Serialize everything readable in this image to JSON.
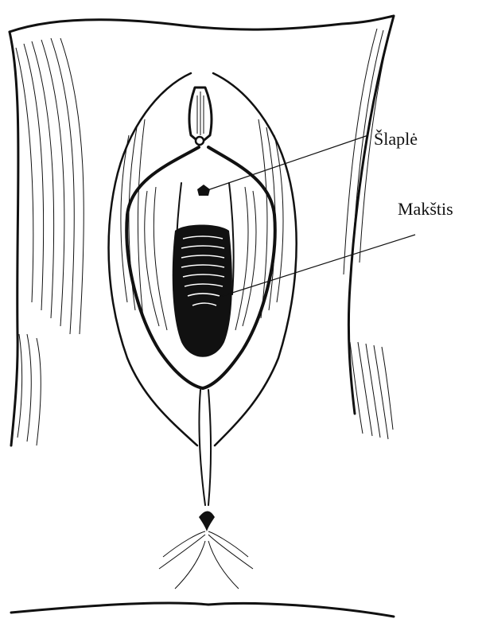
{
  "diagram": {
    "labels": [
      {
        "id": "urethra",
        "text": "Šlaplė"
      },
      {
        "id": "vagina",
        "text": "Makštis"
      }
    ]
  },
  "colors": {
    "ink": "#111111",
    "background": "#ffffff"
  }
}
